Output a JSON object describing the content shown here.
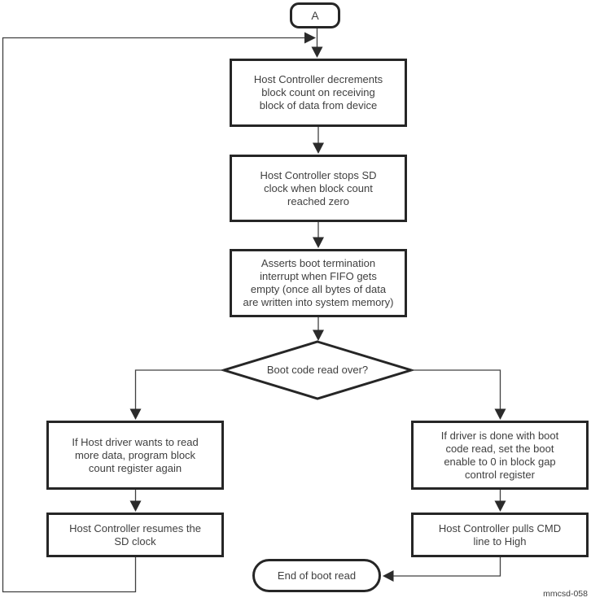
{
  "flowchart": {
    "figure_label": "mmcsd-058",
    "colors": {
      "border": "#262626",
      "line": "#404040",
      "text": "#3f3f3f",
      "background": "#ffffff"
    },
    "nodes": {
      "connector_a": {
        "type": "terminal",
        "label": "A"
      },
      "decrement_block_count": {
        "type": "process",
        "label": "Host Controller decrements\nblock count on receiving\nblock of data from device"
      },
      "stop_sd_clock": {
        "type": "process",
        "label": "Host Controller stops SD\nclock when block count\nreached zero"
      },
      "boot_termination_interrupt": {
        "type": "process",
        "label": "Asserts boot termination\ninterrupt when FIFO gets\nempty (once all bytes of data\nare written into system memory)"
      },
      "boot_code_read_over": {
        "type": "decision",
        "label": "Boot code read over?"
      },
      "program_block_count_again": {
        "type": "process",
        "label": "If Host driver wants to read\nmore data, program block\ncount register again"
      },
      "resume_sd_clock": {
        "type": "process",
        "label": "Host Controller resumes the\nSD clock"
      },
      "set_boot_enable_zero": {
        "type": "process",
        "label": "If driver is done with boot\ncode read, set the boot\nenable to 0 in block gap\ncontrol register"
      },
      "pull_cmd_high": {
        "type": "process",
        "label": "Host Controller pulls CMD\nline to High"
      },
      "end_of_boot_read": {
        "type": "terminal",
        "label": "End of boot read"
      }
    }
  }
}
